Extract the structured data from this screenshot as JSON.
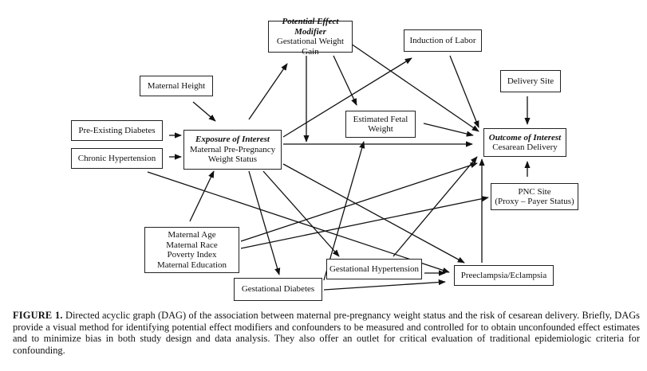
{
  "nodes": {
    "effect_modifier": {
      "header": "Potential Effect Modifier",
      "lines": [
        "Gestational Weight",
        "Gain"
      ]
    },
    "induction": {
      "lines": [
        "Induction of Labor"
      ]
    },
    "maternal_height": {
      "lines": [
        "Maternal Height"
      ]
    },
    "delivery_site": {
      "lines": [
        "Delivery Site"
      ]
    },
    "fetal_weight": {
      "lines": [
        "Estimated Fetal",
        "Weight"
      ]
    },
    "pre_diabetes": {
      "lines": [
        "Pre-Existing Diabetes"
      ]
    },
    "chronic_htn": {
      "lines": [
        "Chronic Hypertension"
      ]
    },
    "exposure": {
      "header": "Exposure of Interest",
      "lines": [
        "Maternal Pre-Pregnancy",
        "Weight Status"
      ]
    },
    "outcome": {
      "header": "Outcome of Interest",
      "lines": [
        "Cesarean Delivery"
      ]
    },
    "pnc_site": {
      "lines": [
        "PNC Site",
        "(Proxy – Payer Status)"
      ]
    },
    "demographics": {
      "lines": [
        "Maternal Age",
        "Maternal Race",
        "Poverty Index",
        "Maternal Education"
      ]
    },
    "gest_htn": {
      "lines": [
        "Gestational Hypertension"
      ]
    },
    "preeclampsia": {
      "lines": [
        "Preeclampsia/Eclampsia"
      ]
    },
    "gest_diabetes": {
      "lines": [
        "Gestational Diabetes"
      ]
    }
  },
  "edges": [
    [
      "maternal_height",
      "exposure"
    ],
    [
      "pre_diabetes",
      "exposure"
    ],
    [
      "chronic_htn",
      "exposure"
    ],
    [
      "demographics",
      "exposure"
    ],
    [
      "exposure",
      "effect_modifier"
    ],
    [
      "exposure",
      "induction"
    ],
    [
      "exposure",
      "outcome"
    ],
    [
      "exposure",
      "gest_htn"
    ],
    [
      "exposure",
      "gest_diabetes"
    ],
    [
      "exposure",
      "preeclampsia"
    ],
    [
      "effect_modifier",
      "outcome"
    ],
    [
      "effect_modifier",
      "fetal_weight"
    ],
    [
      "effect_modifier",
      "exposure_line"
    ],
    [
      "induction",
      "outcome"
    ],
    [
      "delivery_site",
      "outcome"
    ],
    [
      "fetal_weight",
      "outcome"
    ],
    [
      "pnc_site",
      "outcome"
    ],
    [
      "preeclampsia",
      "outcome"
    ],
    [
      "gest_htn",
      "outcome"
    ],
    [
      "gest_htn",
      "preeclampsia"
    ],
    [
      "gest_diabetes",
      "fetal_weight"
    ],
    [
      "gest_diabetes",
      "preeclampsia"
    ],
    [
      "demographics",
      "outcome"
    ],
    [
      "demographics",
      "pnc_site"
    ],
    [
      "chronic_htn",
      "preeclampsia"
    ]
  ],
  "caption": {
    "label": "FIGURE 1.",
    "text": "Directed acyclic graph (DAG) of the association between maternal pre-pregnancy weight status and the risk of cesarean delivery. Briefly, DAGs provide a visual method for identifying potential effect modifiers and confounders to be measured and controlled for to obtain unconfounded effect estimates and to minimize bias in both study design and data analysis. They also offer an outlet for critical evaluation of traditional epidemiologic criteria for confounding."
  }
}
